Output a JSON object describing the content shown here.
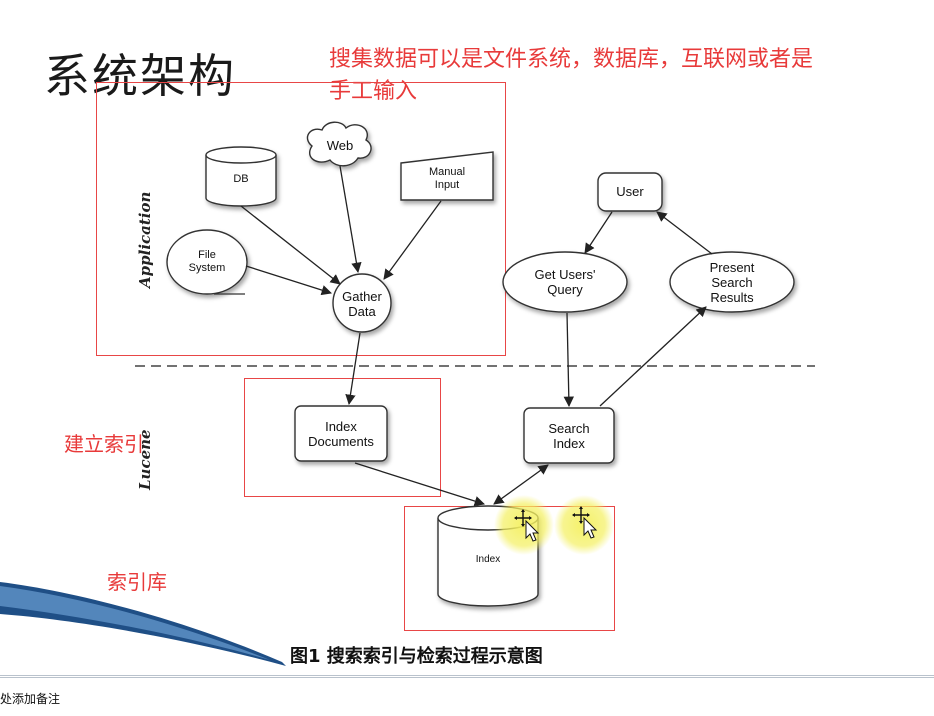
{
  "slide": {
    "title": "系统架构",
    "annotation_top": "搜集数据可以是文件系统，数据库，互联网或者是手工输入",
    "annotation_top_line1": "搜集数据可以是文件系统，数据库，互联网或者是",
    "annotation_top_line2": "手工输入",
    "annotation_index": "建立索引",
    "annotation_library": "索引库",
    "caption": "图1 搜索索引与检索过程示意图",
    "side_label_top": "Application",
    "side_label_bottom": "Lucene"
  },
  "nodes": {
    "db": "DB",
    "web": "Web",
    "manual_input_1": "Manual",
    "manual_input_2": "Input",
    "file_system_1": "File",
    "file_system_2": "System",
    "gather_data_1": "Gather",
    "gather_data_2": "Data",
    "index_documents_1": "Index",
    "index_documents_2": "Documents",
    "index_store": "Index",
    "search_index_1": "Search",
    "search_index_2": "Index",
    "get_users_query_1": "Get Users'",
    "get_users_query_2": "Query",
    "present_results_1": "Present",
    "present_results_2": "Search",
    "present_results_3": "Results",
    "user": "User"
  },
  "notes": {
    "placeholder": "处添加备注"
  },
  "colors": {
    "annotation": "#e83a3a",
    "highlight": "#f2ee5a"
  }
}
